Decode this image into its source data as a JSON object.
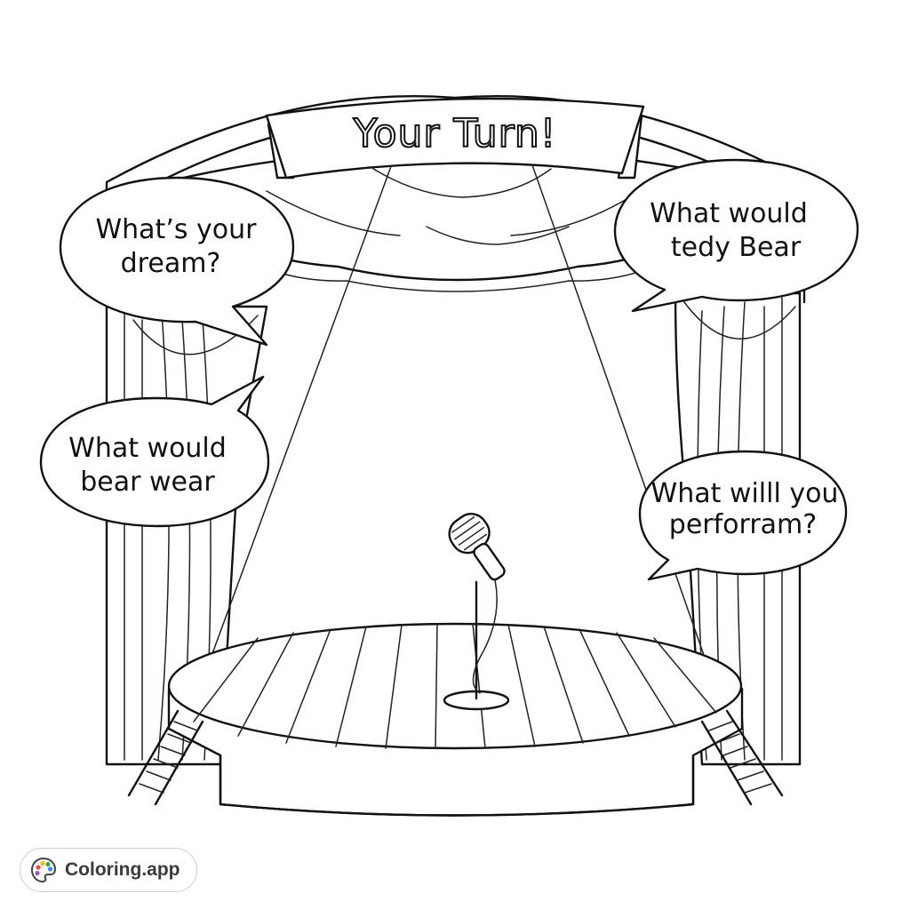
{
  "banner": {
    "text": "Your Turn!"
  },
  "bubbles": {
    "top_left": {
      "line1": "What’s your",
      "line2": "dream?"
    },
    "top_right": {
      "line1": "What would",
      "line2": "tedy Bear"
    },
    "mid_left": {
      "line1": "What would",
      "line2": "bear wear"
    },
    "mid_right": {
      "line1": "What willl you",
      "line2": "perforram?"
    }
  },
  "brand": {
    "name": "Coloring.app",
    "icon": "palette-icon"
  }
}
